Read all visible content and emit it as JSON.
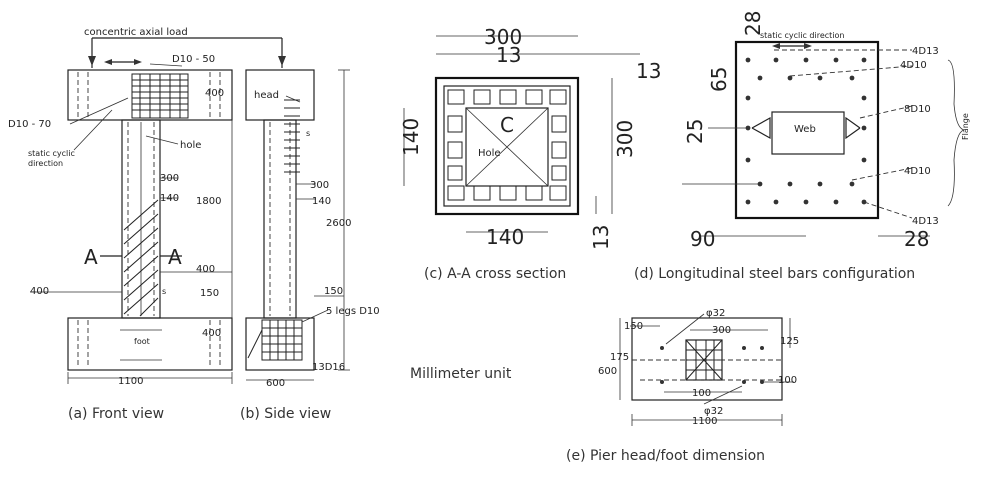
{
  "labels": {
    "concentric_axial_load": "concentric axial load",
    "d10_50": "D10 - 50",
    "d10_70": "D10 - 70",
    "static_cyclic_direction_a": "static cyclic",
    "static_cyclic_direction_a2": "direction",
    "hole": "hole",
    "head": "head",
    "foot": "foot",
    "five_legs": "5 legs D10",
    "bars_13d16": "13D16",
    "section_mark": "A",
    "web": "Web",
    "flange": "Flange",
    "hole_c": "Hole",
    "static_cyclic_direction_d": "static cyclic direction",
    "bars_4d13": "4D13",
    "bars_4d10": "4D10",
    "bars_8d10": "8D10",
    "phi32": "φ32",
    "millimeter_unit": "Millimeter unit"
  },
  "dimensions": {
    "d400": "400",
    "d300": "300",
    "d140": "140",
    "d1800": "1800",
    "d2600": "2600",
    "d150": "150",
    "d1100": "1100",
    "d600": "600",
    "d13": "13",
    "d65": "65",
    "d25": "25",
    "d28": "28",
    "d90": "90",
    "d175": "175",
    "d125": "125",
    "d100": "100",
    "d5a": "s",
    "d5b": "s"
  },
  "captions": {
    "a": "(a) Front view",
    "b": "(b) Side view",
    "c": "(c) A-A cross section",
    "d": "(d) Longitudinal steel bars configuration",
    "e": "(e) Pier head/foot dimension"
  }
}
